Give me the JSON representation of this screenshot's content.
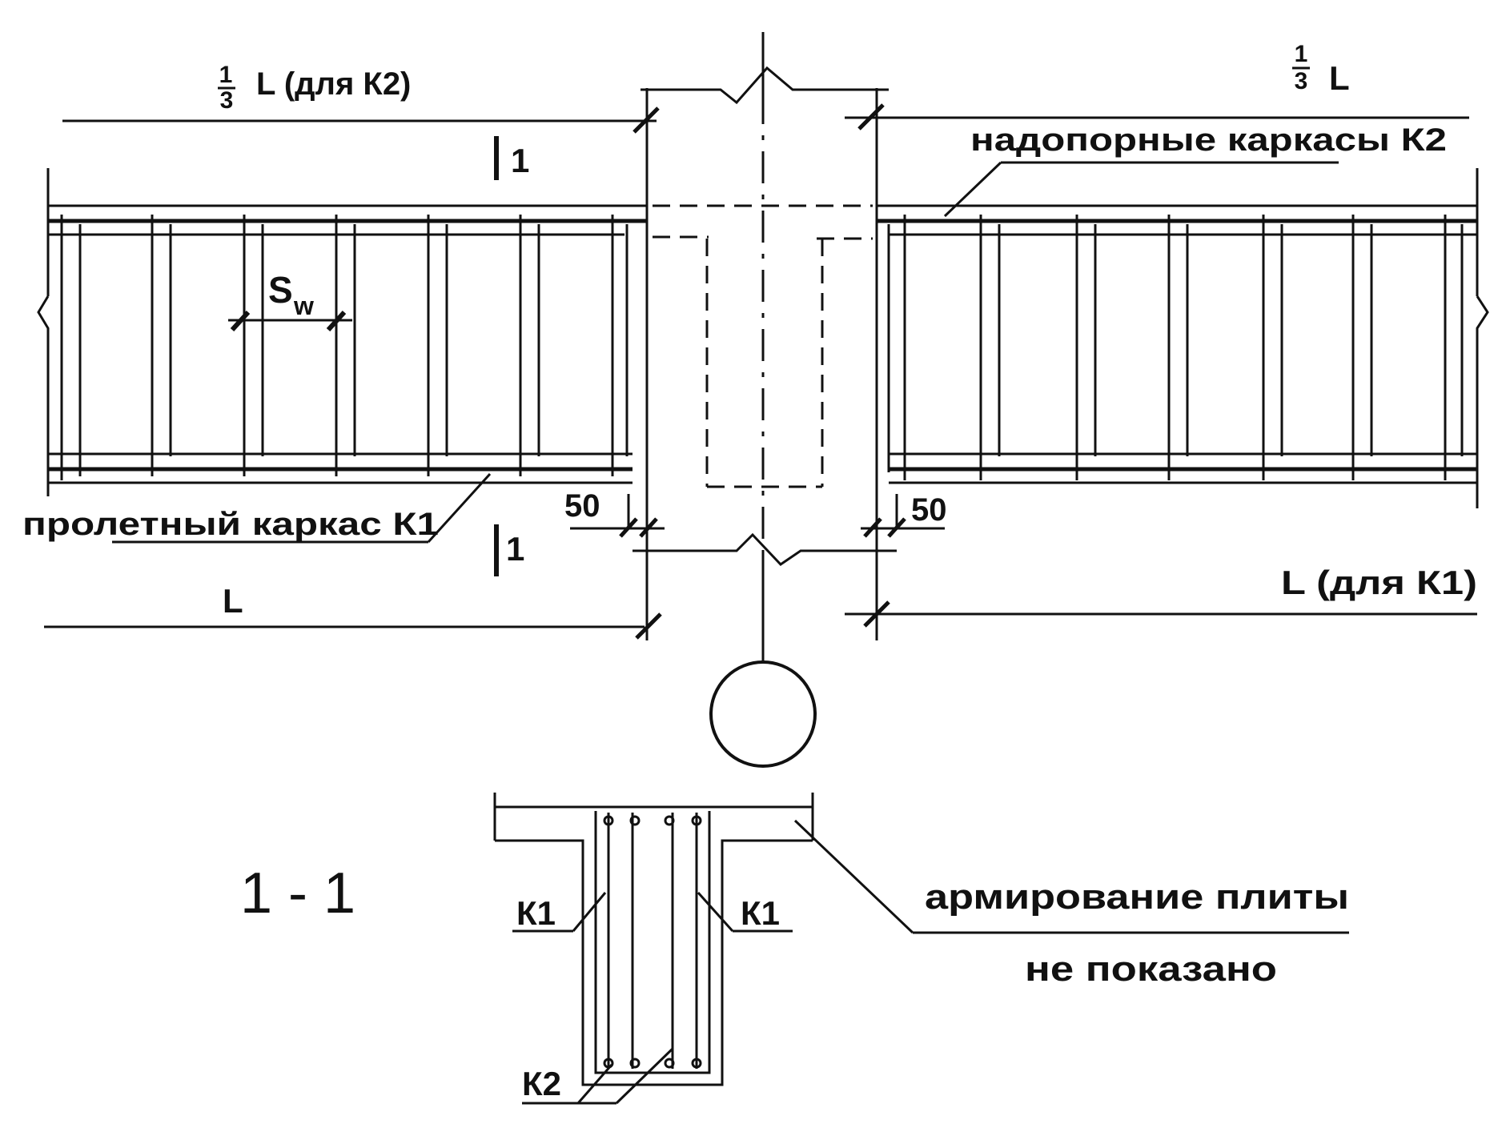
{
  "labels": {
    "third_l_left_num": "1",
    "third_l_left_den": "3",
    "third_l_left_text": "L  (для К2)",
    "third_l_right_num": "1",
    "third_l_right_den": "3",
    "third_l_right_text": "L",
    "support_cages": "надопорные каркасы К2",
    "section_mark_top": "1",
    "section_mark_bottom": "1",
    "stirrup_spacing_main": "S",
    "stirrup_spacing_sub": "w",
    "span_cage": "пролетный каркас К1",
    "offset_left": "50",
    "offset_right": "50",
    "span_l": "L",
    "span_l_k1": "L (для К1)",
    "section_title": "1 - 1",
    "section_k1_left": "К1",
    "section_k1_right": "К1",
    "section_k2": "К2",
    "slab_note_line1": "армирование плиты",
    "slab_note_line2": "не показано"
  },
  "colors": {
    "line": "#111111",
    "background": "#ffffff"
  }
}
